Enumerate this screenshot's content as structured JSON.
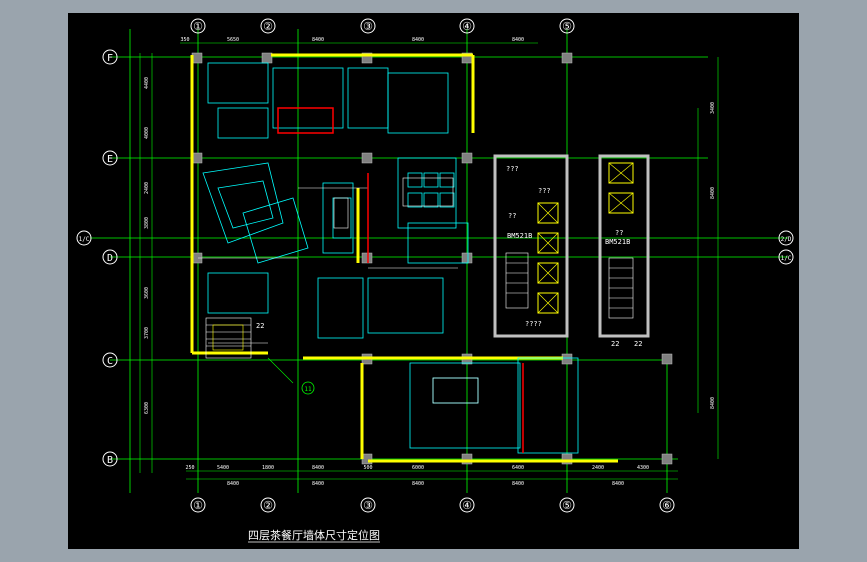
{
  "drawing": {
    "title": "四层茶餐厅墙体尺寸定位图",
    "colors": {
      "background": "#000000",
      "frame": "#9aa4ad",
      "grid": "#00ff00",
      "wall": "#ffff00",
      "fixture": "#00ffff",
      "annotation": "#ff0000",
      "detail": "#ffffff",
      "column": "#808080"
    },
    "axes_top": [
      "①",
      "②",
      "③",
      "④",
      "⑤"
    ],
    "axes_bottom": [
      "①",
      "②",
      "③",
      "④",
      "⑤",
      "⑥"
    ],
    "axes_left": [
      "F",
      "E",
      "D",
      "C",
      "B"
    ],
    "axis_side_left": "1/C",
    "axes_right": [
      "2/D",
      "1/C"
    ],
    "elevator_labels": [
      "BM521B",
      "BM521B"
    ],
    "room_marks": [
      "???",
      "???",
      "??",
      "??",
      "????",
      "22",
      "22",
      "22"
    ],
    "callout": "11",
    "top_dims": [
      "350",
      "5650",
      "8400",
      "8400",
      "8400"
    ],
    "bottom_dims": [
      "250",
      "5400",
      "1800",
      "8400",
      "500",
      "6000",
      "6400",
      "2400",
      "4300"
    ],
    "bottom_totals": [
      "8400",
      "8400",
      "8400",
      "8400",
      "8400"
    ],
    "left_dims": [
      "4400",
      "4000",
      "2400",
      "3800",
      "3600",
      "3700",
      "6300"
    ],
    "right_dims": [
      "3400",
      "8400",
      "8400"
    ]
  }
}
